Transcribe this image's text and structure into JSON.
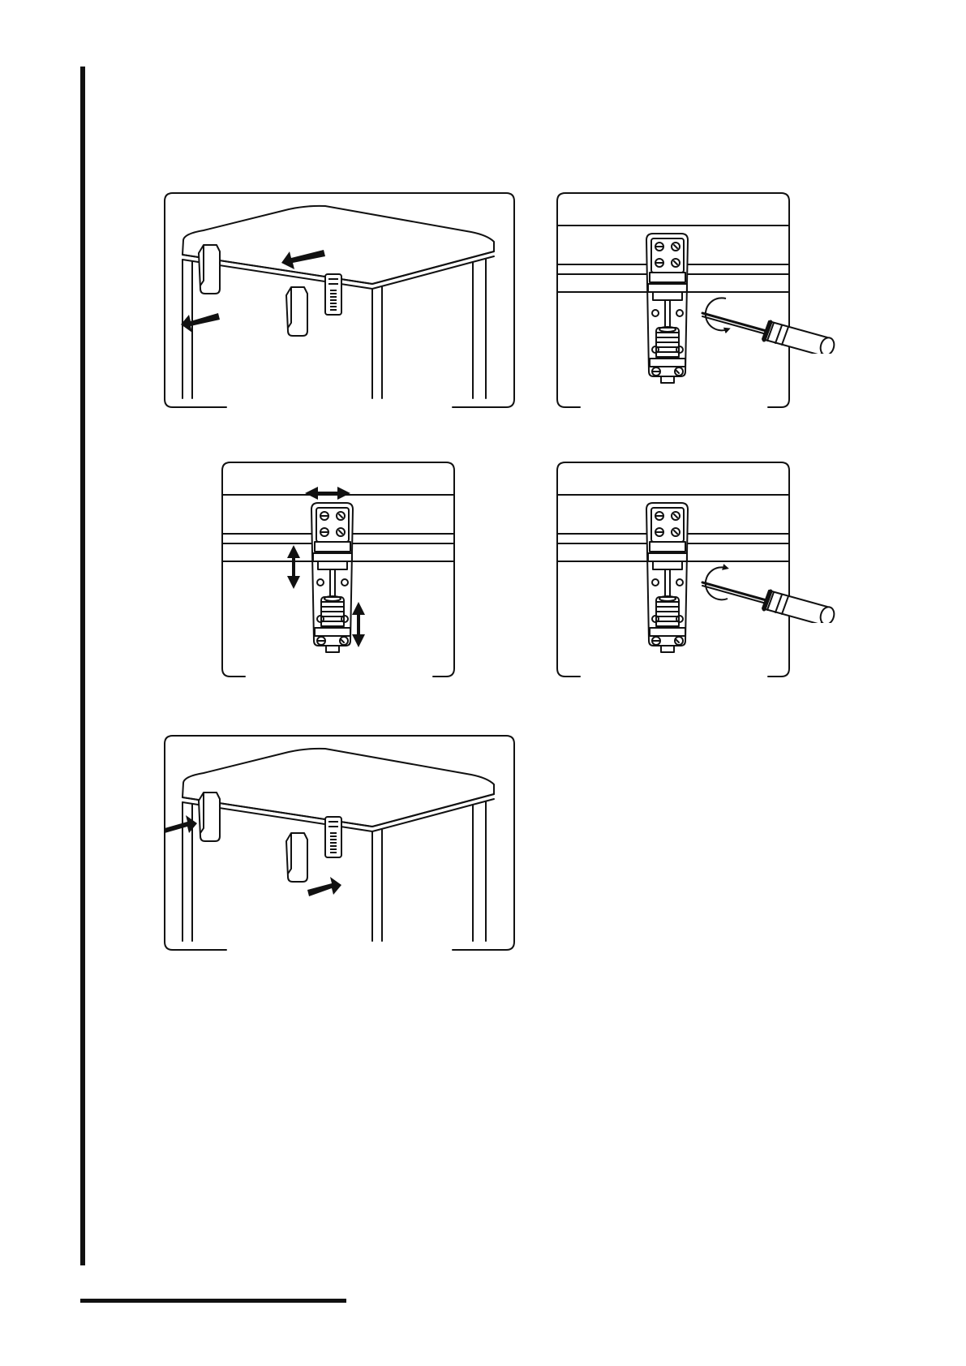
{
  "document": {
    "figures": [
      {
        "id": "fig-1",
        "icon": "chest-freezer-hinge-cover-removal"
      },
      {
        "id": "fig-2",
        "icon": "hinge-screwdriver-loosen"
      },
      {
        "id": "fig-3",
        "icon": "hinge-adjust-position"
      },
      {
        "id": "fig-4",
        "icon": "hinge-screwdriver-tighten"
      },
      {
        "id": "fig-5",
        "icon": "chest-freezer-hinge-cover-refit"
      }
    ]
  }
}
